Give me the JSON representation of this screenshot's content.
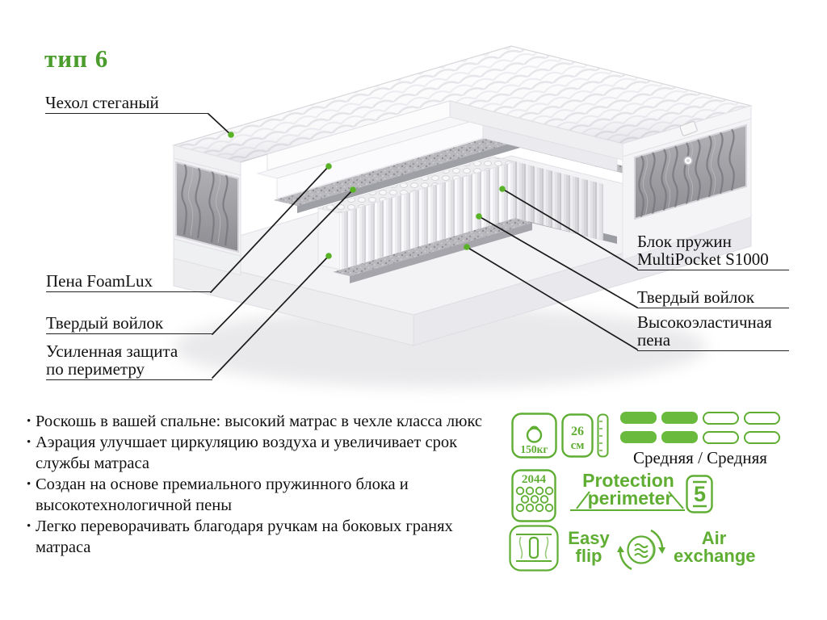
{
  "title": "тип 6",
  "colors": {
    "title_green": "#4a9c2c",
    "accent_green": "#5fae33",
    "firmness_fill": "#6aba3e",
    "dot_green": "#57b226"
  },
  "callouts": {
    "cover": "Чехол стеганый",
    "foam": "Пена FoamLux",
    "felt_left": "Твердый войлок",
    "perimeter_line1": "Усиленная защита",
    "perimeter_line2": "по периметру",
    "springs_line1": "Блок пружин",
    "springs_line2": "MultiPocket S1000",
    "felt_right": "Твердый войлок",
    "elastic_line1": "Высокоэластичная",
    "elastic_line2": "пена"
  },
  "features": [
    "Роскошь в вашей спальне: высокий матрас в чехле класса люкс",
    "Аэрация улучшает циркуляцию воздуха и увеличивает срок службы матраса",
    "Создан на основе премиального пружинного блока и высокотехнологичной пены",
    "Легко переворачивать благодаря ручкам на боковых гранях матраса"
  ],
  "specs": {
    "max_weight": "150кг",
    "height_value": "26",
    "height_unit": "см",
    "springs_count": "2044",
    "firmness": "Средняя / Средняя",
    "warranty_years": "5",
    "protection_line1": "Protection",
    "protection_line2": "perimeter",
    "easy_flip_line1": "Easy",
    "easy_flip_line2": "flip",
    "air_line1": "Air",
    "air_line2": "exchange"
  }
}
